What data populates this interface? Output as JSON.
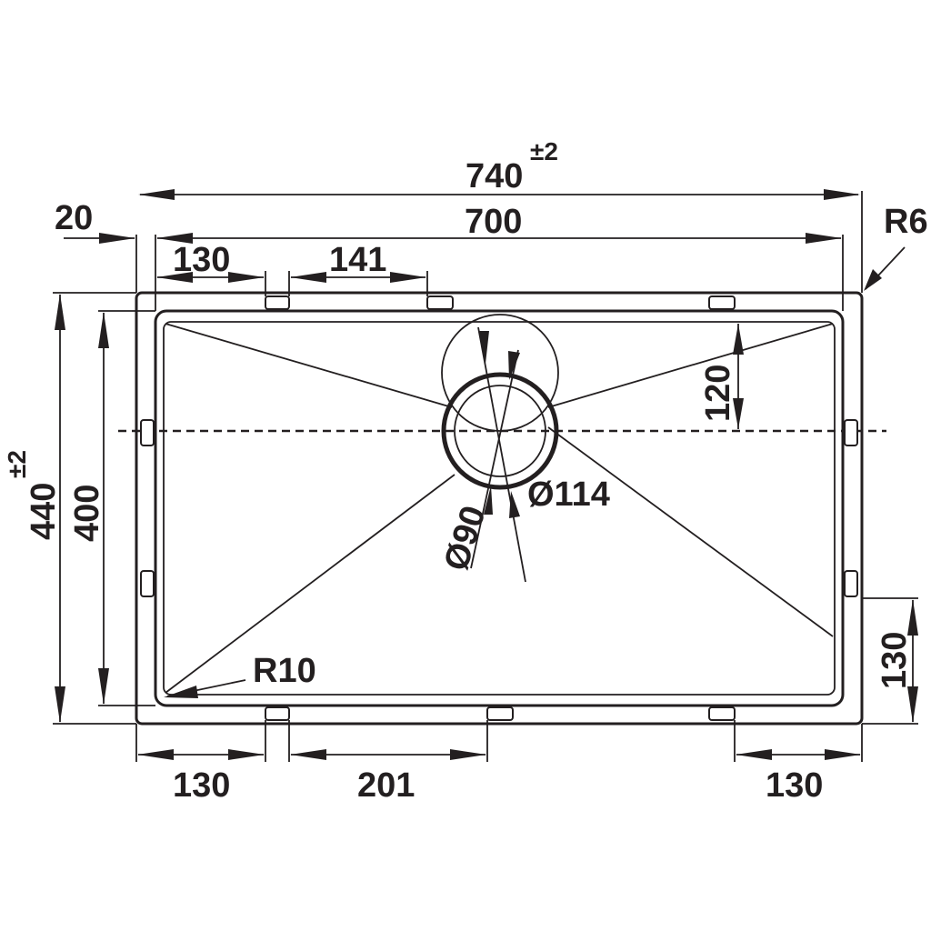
{
  "drawing": {
    "dimensions": {
      "overall_width": "740",
      "overall_width_tol": "±2",
      "bowl_width": "700",
      "flange": "20",
      "corner_outer": "R6",
      "clip_left_top": "130",
      "clip_spacing_top": "141",
      "drain_offset": "120",
      "overall_depth": "440",
      "overall_depth_tol": "±2",
      "bowl_depth": "400",
      "drain_outer_diameter": "Ø114",
      "drain_inner_diameter": "Ø90",
      "corner_inner": "R10",
      "clip_left_bottom": "130",
      "clip_spacing_bottom": "201",
      "clip_right_bottom": "130",
      "clip_side_right": "130"
    }
  }
}
